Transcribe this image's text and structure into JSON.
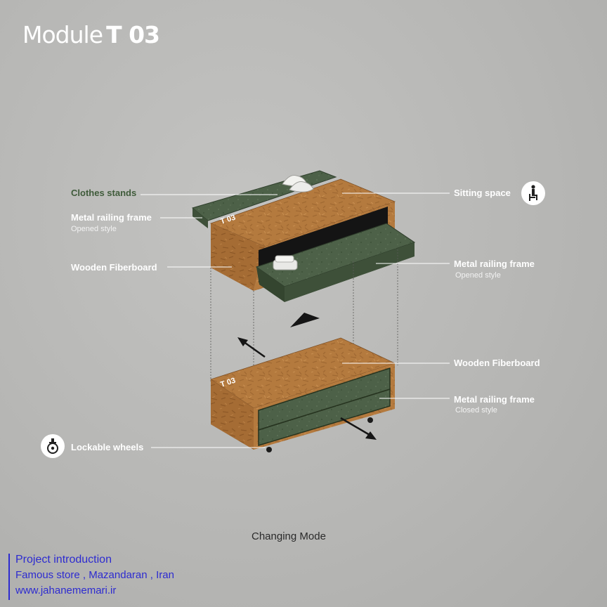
{
  "title": {
    "prefix": "Module",
    "code": "T 03"
  },
  "box_label": "T 03",
  "labels": {
    "clothes_stands": "Clothes stands",
    "metal_frame_top_left": "Metal railing frame",
    "metal_frame_top_left_sub": "Opened style",
    "wooden_top_left": "Wooden Fiberboard",
    "sitting_space": "Sitting space",
    "metal_frame_top_right": "Metal railing frame",
    "metal_frame_top_right_sub": "Opened style",
    "wooden_bottom_right": "Wooden Fiberboard",
    "metal_frame_bottom_right": "Metal railing frame",
    "metal_frame_bottom_right_sub": "Closed style",
    "lockable_wheels": "Lockable wheels"
  },
  "caption": "Changing Mode",
  "credits": {
    "line1": "Project introduction",
    "line2": "Famous store , Mazandaran , Iran",
    "line3": "www.jahanememari.ir"
  },
  "icons": {
    "sitting": "person-sitting-icon",
    "wheel": "caster-wheel-icon"
  },
  "colors": {
    "wood": "#b47a3e",
    "metal": "#4d6148",
    "accent_label": "#3f5b3a",
    "credits": "#2d2bd0"
  }
}
